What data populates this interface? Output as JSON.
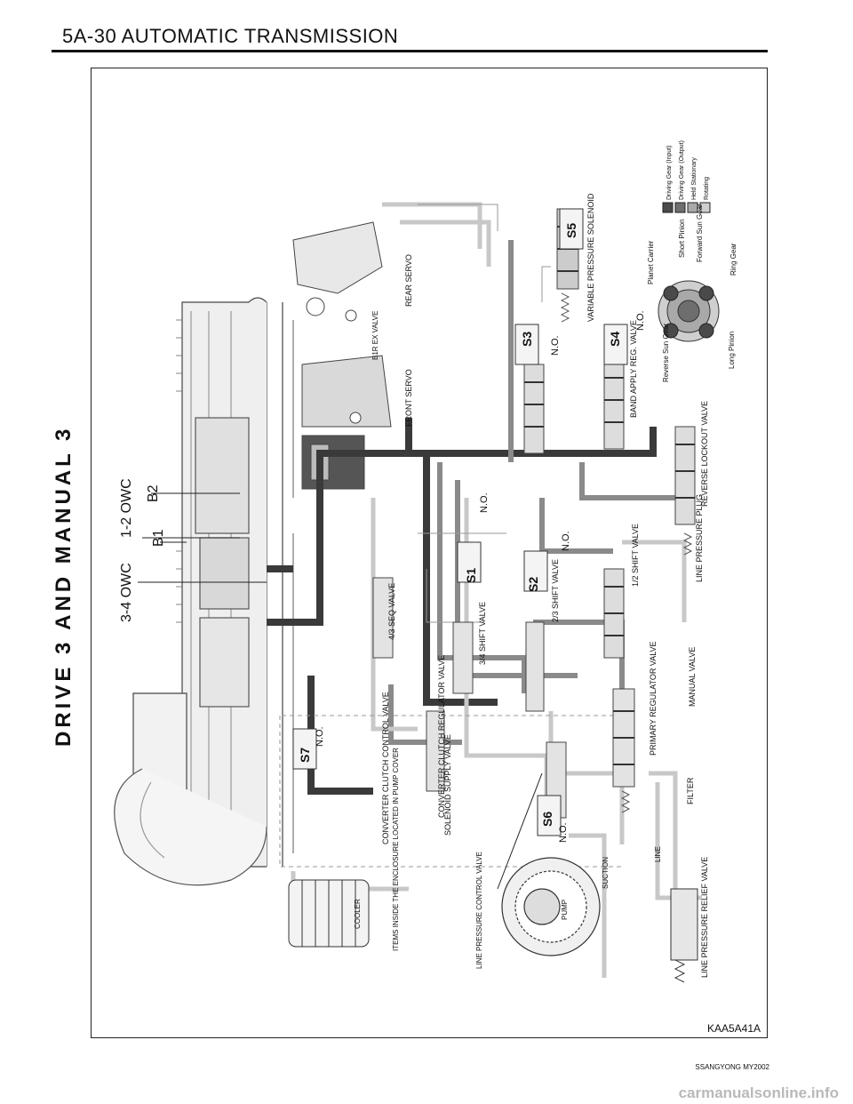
{
  "header": {
    "title": "5A-30  AUTOMATIC TRANSMISSION"
  },
  "side_title": "DRIVE  3  AND  MANUAL  3",
  "figure_code": "KAA5A41A",
  "footer": "SSANGYONG  MY2002",
  "watermark": "carmanualsonline.info",
  "labels": {
    "owc34": "3-4 OWC",
    "owc12": "1-2 OWC",
    "b1": "B1",
    "b2": "B2",
    "rear_servo": "REAR SERVO",
    "front_servo": "FRONT SERVO",
    "b1r_ex_valve": "B1R EX VALVE",
    "s1": "S1",
    "s2": "S2",
    "s3": "S3",
    "s4": "S4",
    "s5": "S5",
    "s6": "S6",
    "s7": "S7",
    "no": "N.O.",
    "vps": "VARIABLE PRESSURE SOLENOID",
    "band_apply_reg": "BAND APPLY REG. VALVE",
    "shift_34": "3/4 SHIFT VALVE",
    "shift_23": "2/3 SHIFT VALVE",
    "shift_12": "1/2 SHIFT VALVE",
    "seq_43": "4/3 SEQ VALVE",
    "reverse_lockout": "REVERSE LOCKOUT VALVE",
    "line_pressure_plug": "LINE PRESSURE PLUG",
    "manual_valve": "MANUAL VALVE",
    "primary_reg": "PRIMARY REGULATOR VALVE",
    "filter": "FILTER",
    "solenoid_supply": "SOLENOID SUPPLY VALVE",
    "ccc_valve": "CONVERTER CLUTCH CONTROL VALVE",
    "ccr_valve": "CONVERTER CLUTCH REGULATOR VALVE",
    "items_inside": "ITEMS INSIDE THE ENCLOSURE LOCATED IN PUMP COVER",
    "cooler": "COOLER",
    "line_pressure_control": "LINE PRESSURE CONTROL VALVE",
    "pump": "PUMP",
    "suction": "SUCTION",
    "line": "LINE",
    "line_relief": "LINE PRESSURE RELIEF VALVE",
    "planet_carrier": "Planet Carrier",
    "short_pinion": "Short Pinion",
    "forward_sun": "Forward Sun Gear",
    "ring_gear": "Ring Gear",
    "long_pinion": "Long Pinion",
    "reverse_sun": "Reverse Sun Gear",
    "legend_input": "Driving Gear (Input)",
    "legend_output": "Driving Gear (Output)",
    "legend_held": "Held Stationary",
    "legend_rotating": "Rotating"
  },
  "colors": {
    "dark_line": "#3a3a3a",
    "mid_line": "#8a8a8a",
    "light_line": "#c8c8c8",
    "legend_input": "#4a4a4a",
    "legend_output": "#6e6e6e",
    "legend_held": "#a9a9a9",
    "legend_rotating": "#cfcfcf"
  }
}
